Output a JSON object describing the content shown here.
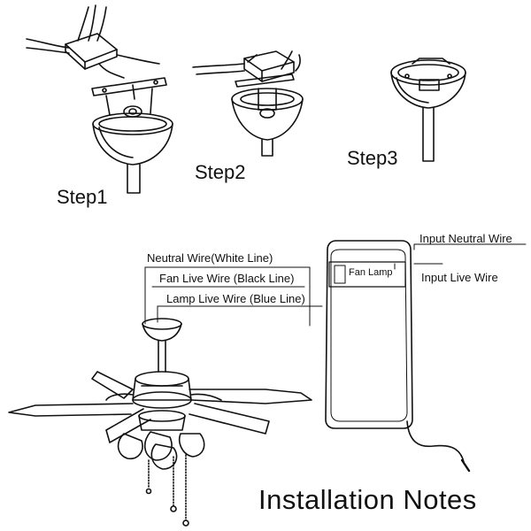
{
  "steps": [
    "Step1",
    "Step2",
    "Step3"
  ],
  "wires": {
    "neutral": "Neutral Wire(White Line)",
    "fan_live": "Fan Live Wire (Black Line)",
    "lamp_live": "Lamp Live Wire (Blue Line)"
  },
  "inputs": {
    "neutral": "Input Neutral Wire",
    "live": "Input Live Wire"
  },
  "module": {
    "label": "Fan Lamp"
  },
  "title": "Installation Notes"
}
